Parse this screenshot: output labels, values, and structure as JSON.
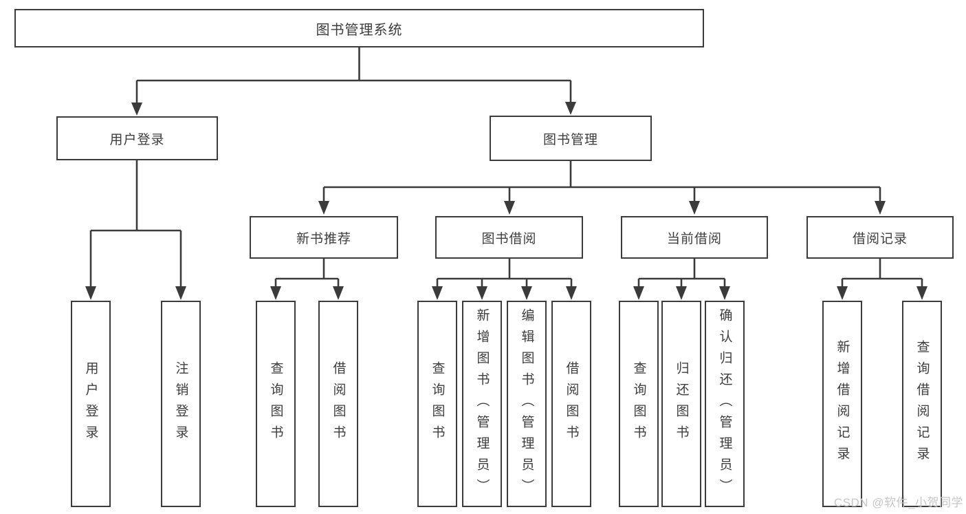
{
  "root": {
    "label": "图书管理系统"
  },
  "level2": [
    {
      "label": "用户登录"
    },
    {
      "label": "图书管理"
    }
  ],
  "level3": [
    {
      "label": "新书推荐"
    },
    {
      "label": "图书借阅"
    },
    {
      "label": "当前借阅"
    },
    {
      "label": "借阅记录"
    }
  ],
  "leaves": [
    {
      "label": "用户登录"
    },
    {
      "label": "注销登录"
    },
    {
      "label": "查询图书"
    },
    {
      "label": "借阅图书"
    },
    {
      "label": "查询图书"
    },
    {
      "label": "新增图书（管理员）"
    },
    {
      "label": "编辑图书（管理员）"
    },
    {
      "label": "借阅图书"
    },
    {
      "label": "查询图书"
    },
    {
      "label": "归还图书"
    },
    {
      "label": "确认归还（管理员）"
    },
    {
      "label": "新增借阅记录"
    },
    {
      "label": "查询借阅记录"
    }
  ],
  "watermark": "CSDN @软件_小贺同学",
  "colors": {
    "line": "#3b3b3b",
    "text": "#3d3d3d",
    "watermark": "#c6c6c6",
    "background": "#ffffff"
  }
}
